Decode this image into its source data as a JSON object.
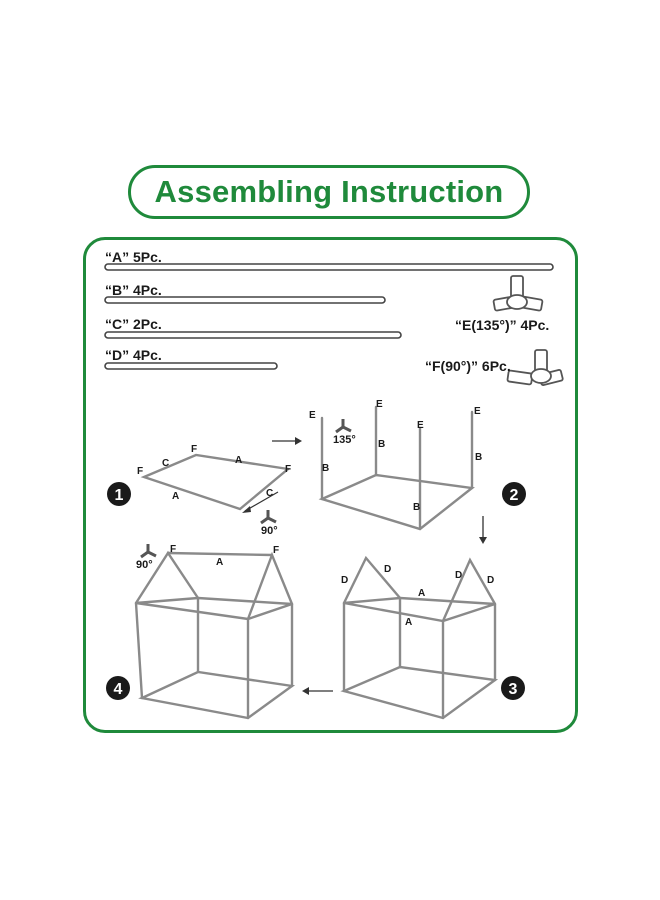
{
  "title": "Assembling Instruction",
  "parts": {
    "a": "“A” 5Pc.",
    "b": "“B” 4Pc.",
    "c": "“C” 2Pc.",
    "d": "“D” 4Pc.",
    "e": "“E(135°)” 4Pc.",
    "f": "“F(90°)” 6Pc."
  },
  "steps": {
    "s1": "1",
    "s2": "2",
    "s3": "3",
    "s4": "4"
  },
  "angles": {
    "a135": "135°",
    "a90": "90°"
  },
  "letters": {
    "A": "A",
    "B": "B",
    "C": "C",
    "D": "D",
    "E": "E",
    "F": "F"
  },
  "colors": {
    "accent": "#1f8a3b",
    "frame_lines": "#8a8a8a",
    "step_badge": "#1a1a1a"
  }
}
